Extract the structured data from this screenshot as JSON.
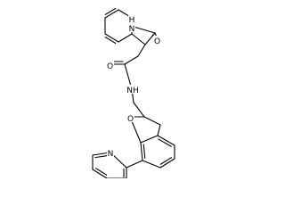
{
  "molecule": {
    "atom_labels": {
      "indoline_nh": "N",
      "indoline_nh_h": "H",
      "lactam_oxygen": "O",
      "amide_oxygen": "O",
      "amide_nh": "NH",
      "furan_oxygen": "O",
      "pyridine_nitrogen": "N"
    },
    "colors": {
      "background": "#ffffff",
      "bonds": "#000000",
      "labels": "#000000"
    }
  }
}
